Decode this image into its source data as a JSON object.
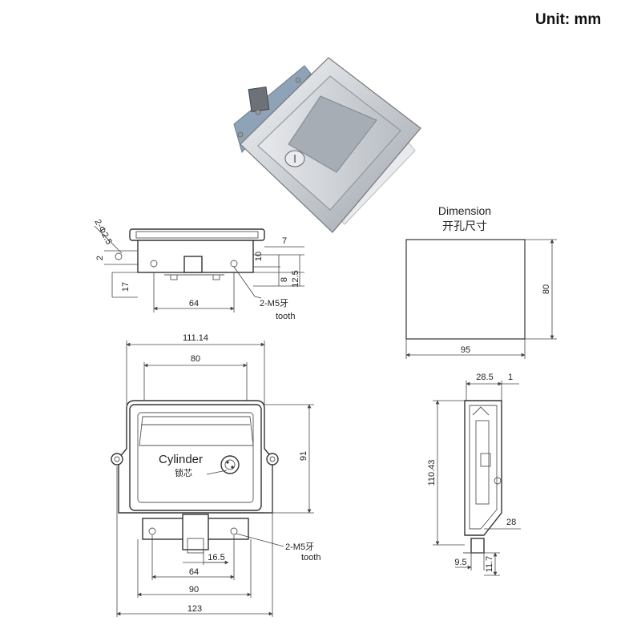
{
  "header": {
    "unit_label": "Unit: mm"
  },
  "cutout": {
    "title_en": "Dimension",
    "title_cn": "开孔尺寸",
    "width": "95",
    "height": "80"
  },
  "top_view": {
    "hole_label": "2-Φ2.5",
    "dims": {
      "d2": "2",
      "d17": "17",
      "d7": "7",
      "d10": "10",
      "d8": "8",
      "d12_5": "12.5",
      "d64": "64"
    },
    "thread_label": "2-M5牙",
    "thread_sub": "tooth"
  },
  "front_view": {
    "width_overall": "111.14",
    "handle_width": "80",
    "height": "91",
    "cylinder_label": "Cylinder",
    "cylinder_cn": "锁芯",
    "bolt_offset": "16.5",
    "hole_spacing": "64",
    "bracket_width": "90",
    "flange_width": "123",
    "thread_label": "2-M5牙",
    "thread_sub": "tooth"
  },
  "side_view": {
    "depth": "28.5",
    "flange": "1",
    "height": "110.43",
    "bottom_depth": "28",
    "bolt_offset": "9.5",
    "bolt_height": "11.7"
  },
  "colors": {
    "steel": "#c9cdd2",
    "line": "#333333",
    "bracket": "#8fa3b8"
  }
}
